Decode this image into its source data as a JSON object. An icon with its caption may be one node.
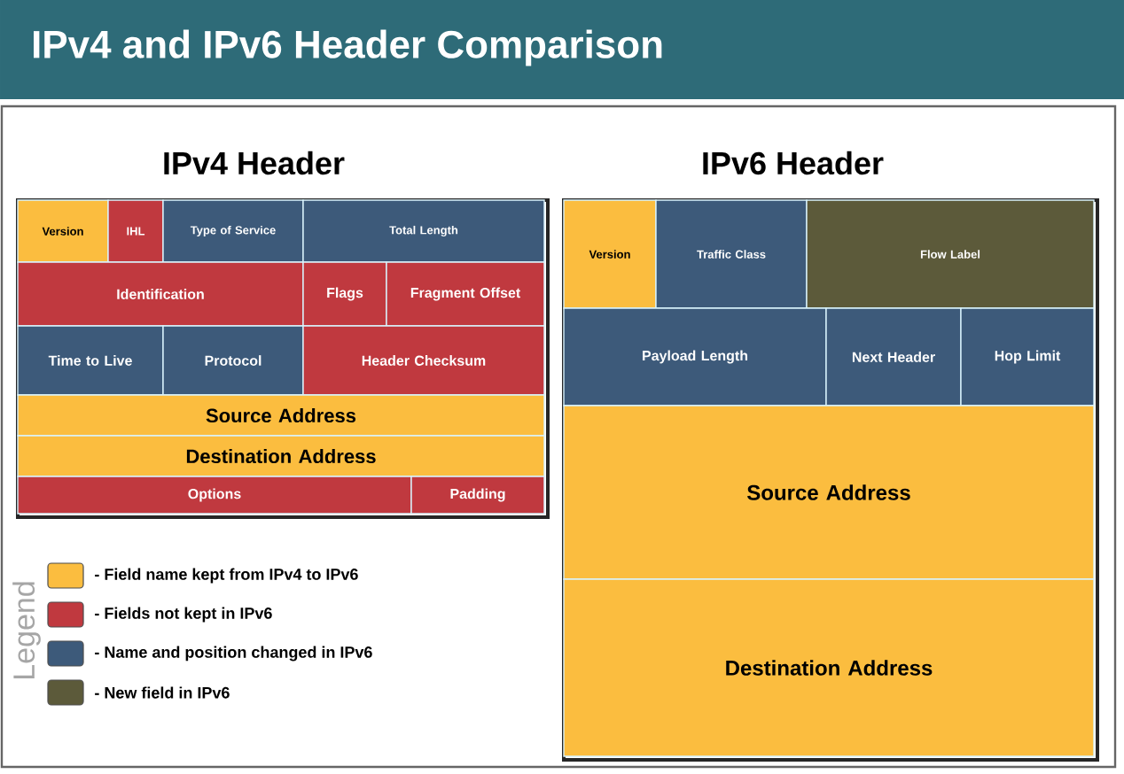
{
  "diagram": {
    "title": "IPv4 and IPv6 Header Comparison",
    "nodes": [
      {
        "text": [
          "IPv4 Header"
        ]
      },
      {
        "text": [
          "Version"
        ],
        "in": 0
      },
      {
        "text": [
          "IHL"
        ],
        "in": 0
      },
      {
        "text": [
          "Type of Service"
        ],
        "in": 0
      },
      {
        "text": [
          "Total Length"
        ],
        "in": 0
      },
      {
        "text": [
          "Identification"
        ],
        "in": 0
      },
      {
        "text": [
          "Flags"
        ],
        "in": 0
      },
      {
        "text": [
          "Fragment Offset"
        ],
        "in": 0
      },
      {
        "text": [
          "Time to Live"
        ],
        "in": 0
      },
      {
        "text": [
          "Protocol"
        ],
        "in": 0
      },
      {
        "text": [
          "Header Checksum"
        ],
        "in": 0
      },
      {
        "text": [
          "Source Address"
        ],
        "in": 0
      },
      {
        "text": [
          "Destination Address"
        ],
        "in": 0
      },
      {
        "text": [
          "Options"
        ],
        "in": 0
      },
      {
        "text": [
          "Padding"
        ],
        "in": 0
      },
      {
        "text": [
          "IPv6 Header"
        ]
      },
      {
        "text": [
          "Version"
        ],
        "in": 15
      },
      {
        "text": [
          "Traffic Class"
        ],
        "in": 15
      },
      {
        "text": [
          "Flow Label"
        ],
        "in": 15
      },
      {
        "text": [
          "Payload Length"
        ],
        "in": 15
      },
      {
        "text": [
          "Next Header"
        ],
        "in": 15
      },
      {
        "text": [
          "Hop Limit"
        ],
        "in": 15
      },
      {
        "text": [
          "Source Address"
        ],
        "in": 15
      },
      {
        "text": [
          "Destination Address"
        ],
        "in": 15
      }
    ],
    "labels": [
      "Legend"
    ],
    "legend": [
      {
        "text": "- Field name kept from IPv4 to IPv6",
        "color": "#fbbd3f"
      },
      {
        "text": "- Fields not kept in IPv6",
        "color": "#c0393f"
      },
      {
        "text": "- Name and position changed in IPv6",
        "color": "#3d5a7a"
      },
      {
        "text": "- New field in IPv6",
        "color": "#5c5a3a"
      }
    ]
  }
}
